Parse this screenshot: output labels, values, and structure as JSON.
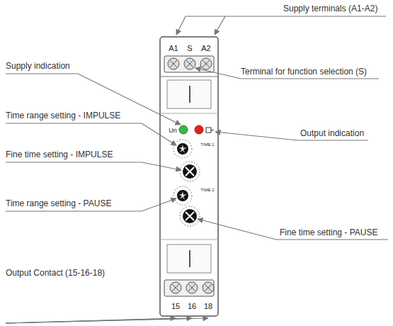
{
  "diagram": {
    "nodes": [
      {
        "text": [
          "A1",
          "S",
          "A2",
          "Un",
          "TIME 1",
          "TIME 2",
          "15",
          "16",
          "18"
        ]
      }
    ],
    "labels": [
      "Supply terminals (A1-A2)",
      "Supply indication",
      "Terminal for function selection (S)",
      "Time range setting - IMPULSE",
      "Output indication",
      "Fine time setting - IMPULSE",
      "Time range setting - PAUSE",
      "Fine time setting - PAUSE",
      "Output Contact (15-16-18)"
    ]
  }
}
